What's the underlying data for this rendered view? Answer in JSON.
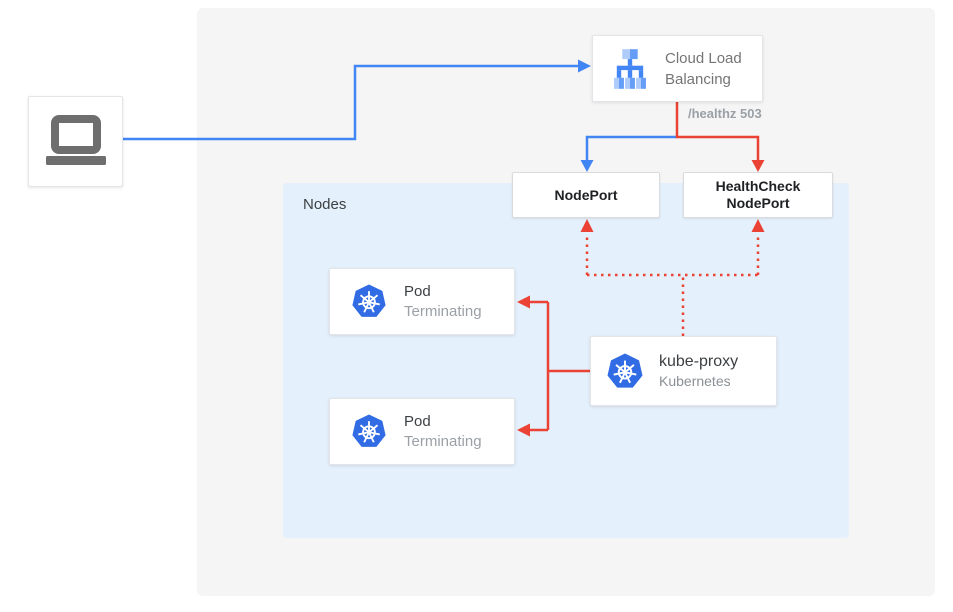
{
  "nodes_container": {
    "label": "Nodes"
  },
  "client": {
    "name": "laptop-client"
  },
  "cloud_lb": {
    "line1": "Cloud Load",
    "line2": "Balancing"
  },
  "edge_label": {
    "healthz": "/healthz 503"
  },
  "nodeport": {
    "label": "NodePort"
  },
  "healthcheck_nodeport": {
    "line1": "HealthCheck",
    "line2": "NodePort"
  },
  "pods": [
    {
      "title": "Pod",
      "status": "Terminating"
    },
    {
      "title": "Pod",
      "status": "Terminating"
    }
  ],
  "kube_proxy": {
    "title": "kube-proxy",
    "subtitle": "Kubernetes"
  },
  "colors": {
    "blue": "#4285F4",
    "red": "#EA4335",
    "panel_bg": "#F5F5F5",
    "nodes_bg": "#E4F0FB",
    "kubernetes_blue": "#326CE5",
    "lb_icon_blue": "#4285F4",
    "lb_icon_mid": "#669DF6",
    "lb_icon_light": "#AECBFA",
    "laptop_gray": "#6E6E6E",
    "text_dark": "#3C4043",
    "text_gray": "#9AA0A6"
  }
}
